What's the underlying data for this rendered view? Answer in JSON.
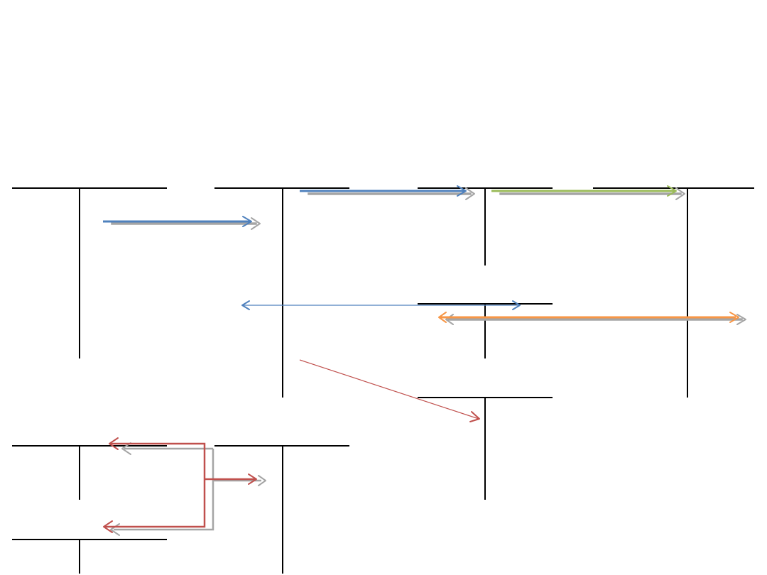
{
  "colors": {
    "background": "#ffffff",
    "account_line": "#000000",
    "arrow_blue": "#4f81bd",
    "arrow_green": "#9bbb59",
    "arrow_orange": "#f79646",
    "arrow_red": "#c0504d",
    "arrow_shadow": "#a5a5a5"
  },
  "diagram": {
    "kind": "t-account flow diagram",
    "t_account_count": 11,
    "arrow_count": 11,
    "text_labels": []
  }
}
